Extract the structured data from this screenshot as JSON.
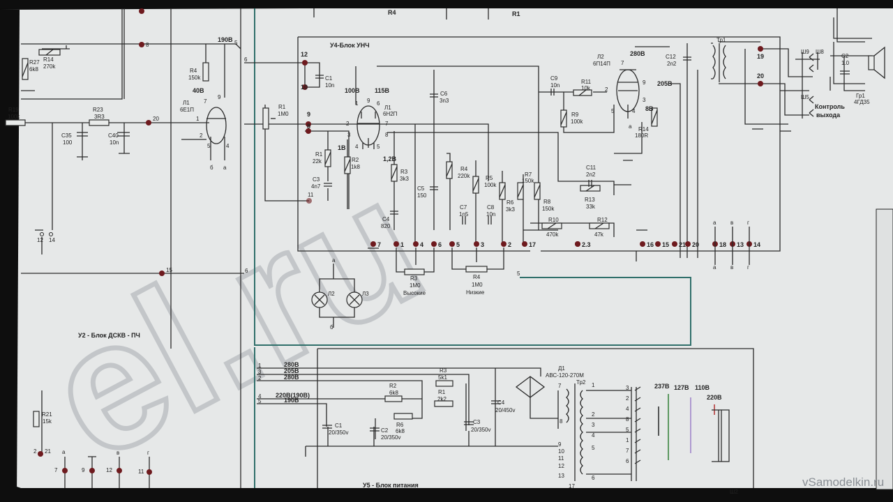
{
  "top_strip": {
    "r4": "R4",
    "r1": "R1"
  },
  "watermark": "el.ru",
  "site": "vSamodelkin.ru",
  "left": {
    "r14": "R14",
    "r14v": "270k",
    "r27": "R27",
    "r27v": "6k8",
    "t8": "8",
    "v190": "190В",
    "t5": "5",
    "t6": "6",
    "r4": "R4",
    "r4v": "150k",
    "v40": "40В",
    "l1": "Л1",
    "l1v": "6Е1П",
    "p7": "7",
    "p9": "9",
    "p1": "1",
    "p2": "2",
    "p5": "5",
    "p4": "4",
    "b": "б",
    "a": "а",
    "r19": "R19",
    "r19v": "100k",
    "r23": "R23",
    "r23v": "3R3",
    "t20": "20",
    "c35": "C35",
    "c35v": "100",
    "c40": "C40",
    "c40v": "10n",
    "s12": "12",
    "s14": "14",
    "t15": "15",
    "t6b": "6",
    "title": "У2 - Блок ДСКВ - ПЧ",
    "r21": "R21",
    "r21v": "15k",
    "t2": "2",
    "t21": "21",
    "bt": [
      {
        "n": "7",
        "s": "а"
      },
      {
        "n": "9",
        "s": ""
      },
      {
        "n": "12",
        "s": "в"
      },
      {
        "n": "11",
        "s": "г"
      }
    ]
  },
  "u4": {
    "title": "У4-Блок УНЧ",
    "t12": "12",
    "t10": "10",
    "c1": "C1",
    "c1v": "10n",
    "r1pot": "R1",
    "r1potv": "1M0",
    "t9": "9",
    "t8": "8",
    "t11": "11",
    "r1": "R1",
    "r1v": "22k",
    "v1": "1В",
    "r2": "R2",
    "r2v": "1k8",
    "c3": "C3",
    "c3v": "4n7",
    "v100": "100В",
    "v115": "115В",
    "l1": "Л1",
    "l1v": "6Н2П",
    "p1": "1",
    "p9": "9",
    "p6": "6",
    "p2": "2",
    "p7": "7",
    "p3": "3",
    "p8": "8",
    "p4": "4",
    "p5": "5",
    "c6": "C6",
    "c6v": "3n3",
    "v12": "1,2В",
    "r3": "R3",
    "r3v": "3k3",
    "c5": "C5",
    "c5v": "150",
    "c4": "C4",
    "c4v": "820",
    "r4": "R4",
    "r4v": "220k",
    "r5": "R5",
    "r5v": "100k",
    "r6": "R6",
    "r6v": "3k3",
    "c7": "C7",
    "c7v": "1n5",
    "c8": "C8",
    "c8v": "10n",
    "r7": "R7",
    "r7v": "150k",
    "r8": "R8",
    "r8v": "150k",
    "c9": "C9",
    "c9v": "10n",
    "r11": "R11",
    "r11v": "10k",
    "r9": "R9",
    "r9v": "100k",
    "c11": "C11",
    "c11v": "2n2",
    "r13": "R13",
    "r13v": "33k",
    "r10": "R10",
    "r10v": "470k",
    "r12": "R12",
    "r12v": "47k",
    "l2": "Л2",
    "l2v": "6П14П",
    "v280": "280В",
    "q7": "7",
    "q9": "9",
    "v205": "205В",
    "q2": "2",
    "q3": "3",
    "q5": "5",
    "q4": "4",
    "v8": "8В",
    "r14": "R14",
    "r14v": "180R",
    "qa": "а",
    "c12": "C12",
    "c12v": "2n2",
    "tr1": "Тр1",
    "t19": "19",
    "t20": "20",
    "sh9": "Ш9",
    "sh8": "Ш8",
    "c2": "C2",
    "c2v": "1.0",
    "gr1": "Гр1",
    "gr1v": "4ГД35",
    "sh5": "Ш5",
    "ctrl1": "Контроль",
    "ctrl2": "выхода",
    "pot_r3": "R3",
    "pot_r3v": "1M0",
    "treble": "Высокие",
    "pot_r4": "R4",
    "pot_r4v": "1M0",
    "bass": "Низкие",
    "lamp2": "Л2",
    "lamp3": "Л3",
    "la": "а",
    "lb": "б",
    "t5": "5",
    "terminals": [
      "7",
      "1",
      "4",
      "6",
      "5",
      "3",
      "2",
      "17",
      "2.3",
      "16",
      "15",
      "21",
      "20",
      "18",
      "13",
      "14"
    ],
    "arrows": [
      "а",
      "в",
      "г"
    ]
  },
  "u5": {
    "title": "У5 - Блок питания",
    "lines": [
      {
        "n": "1",
        "v": "280В"
      },
      {
        "n": "3",
        "v": "205В"
      },
      {
        "n": "2",
        "v": "280В"
      },
      {
        "n": "4",
        "v": "220В(190В)"
      },
      {
        "n": "5",
        "v": "190В"
      }
    ],
    "r3": "R3",
    "r3v": "5k1",
    "r2": "R2",
    "r2v": "6k8",
    "r1": "R1",
    "r1v": "2k2",
    "r6": "R6",
    "r6v": "6k8",
    "c1": "C1",
    "c1v": "20/350v",
    "c2": "C2",
    "c2v": "20/350v",
    "c3": "C3",
    "c3v": "20/350v",
    "c4": "C4",
    "c4v": "20/450v",
    "d1": "Д1",
    "d1v": "АВС-120-270М",
    "tr2": "Тр2",
    "w7": "7",
    "w8": "8",
    "prim": [
      "1",
      "2",
      "3",
      "4",
      "5",
      "6"
    ],
    "sec": [
      "9",
      "10",
      "11",
      "12",
      "13"
    ],
    "w17": "17",
    "sw": [
      "3",
      "2",
      "4",
      "8",
      "5",
      "1",
      "7",
      "6"
    ],
    "v237": "237В",
    "v127": "127В",
    "v110": "110В",
    "v220": "220В",
    "sh2": "Ш2",
    "colors": {
      "v237": "#222222",
      "v127": "#2e7d32",
      "v110": "#9b7fc9",
      "v220": "#9b7fc9"
    }
  }
}
